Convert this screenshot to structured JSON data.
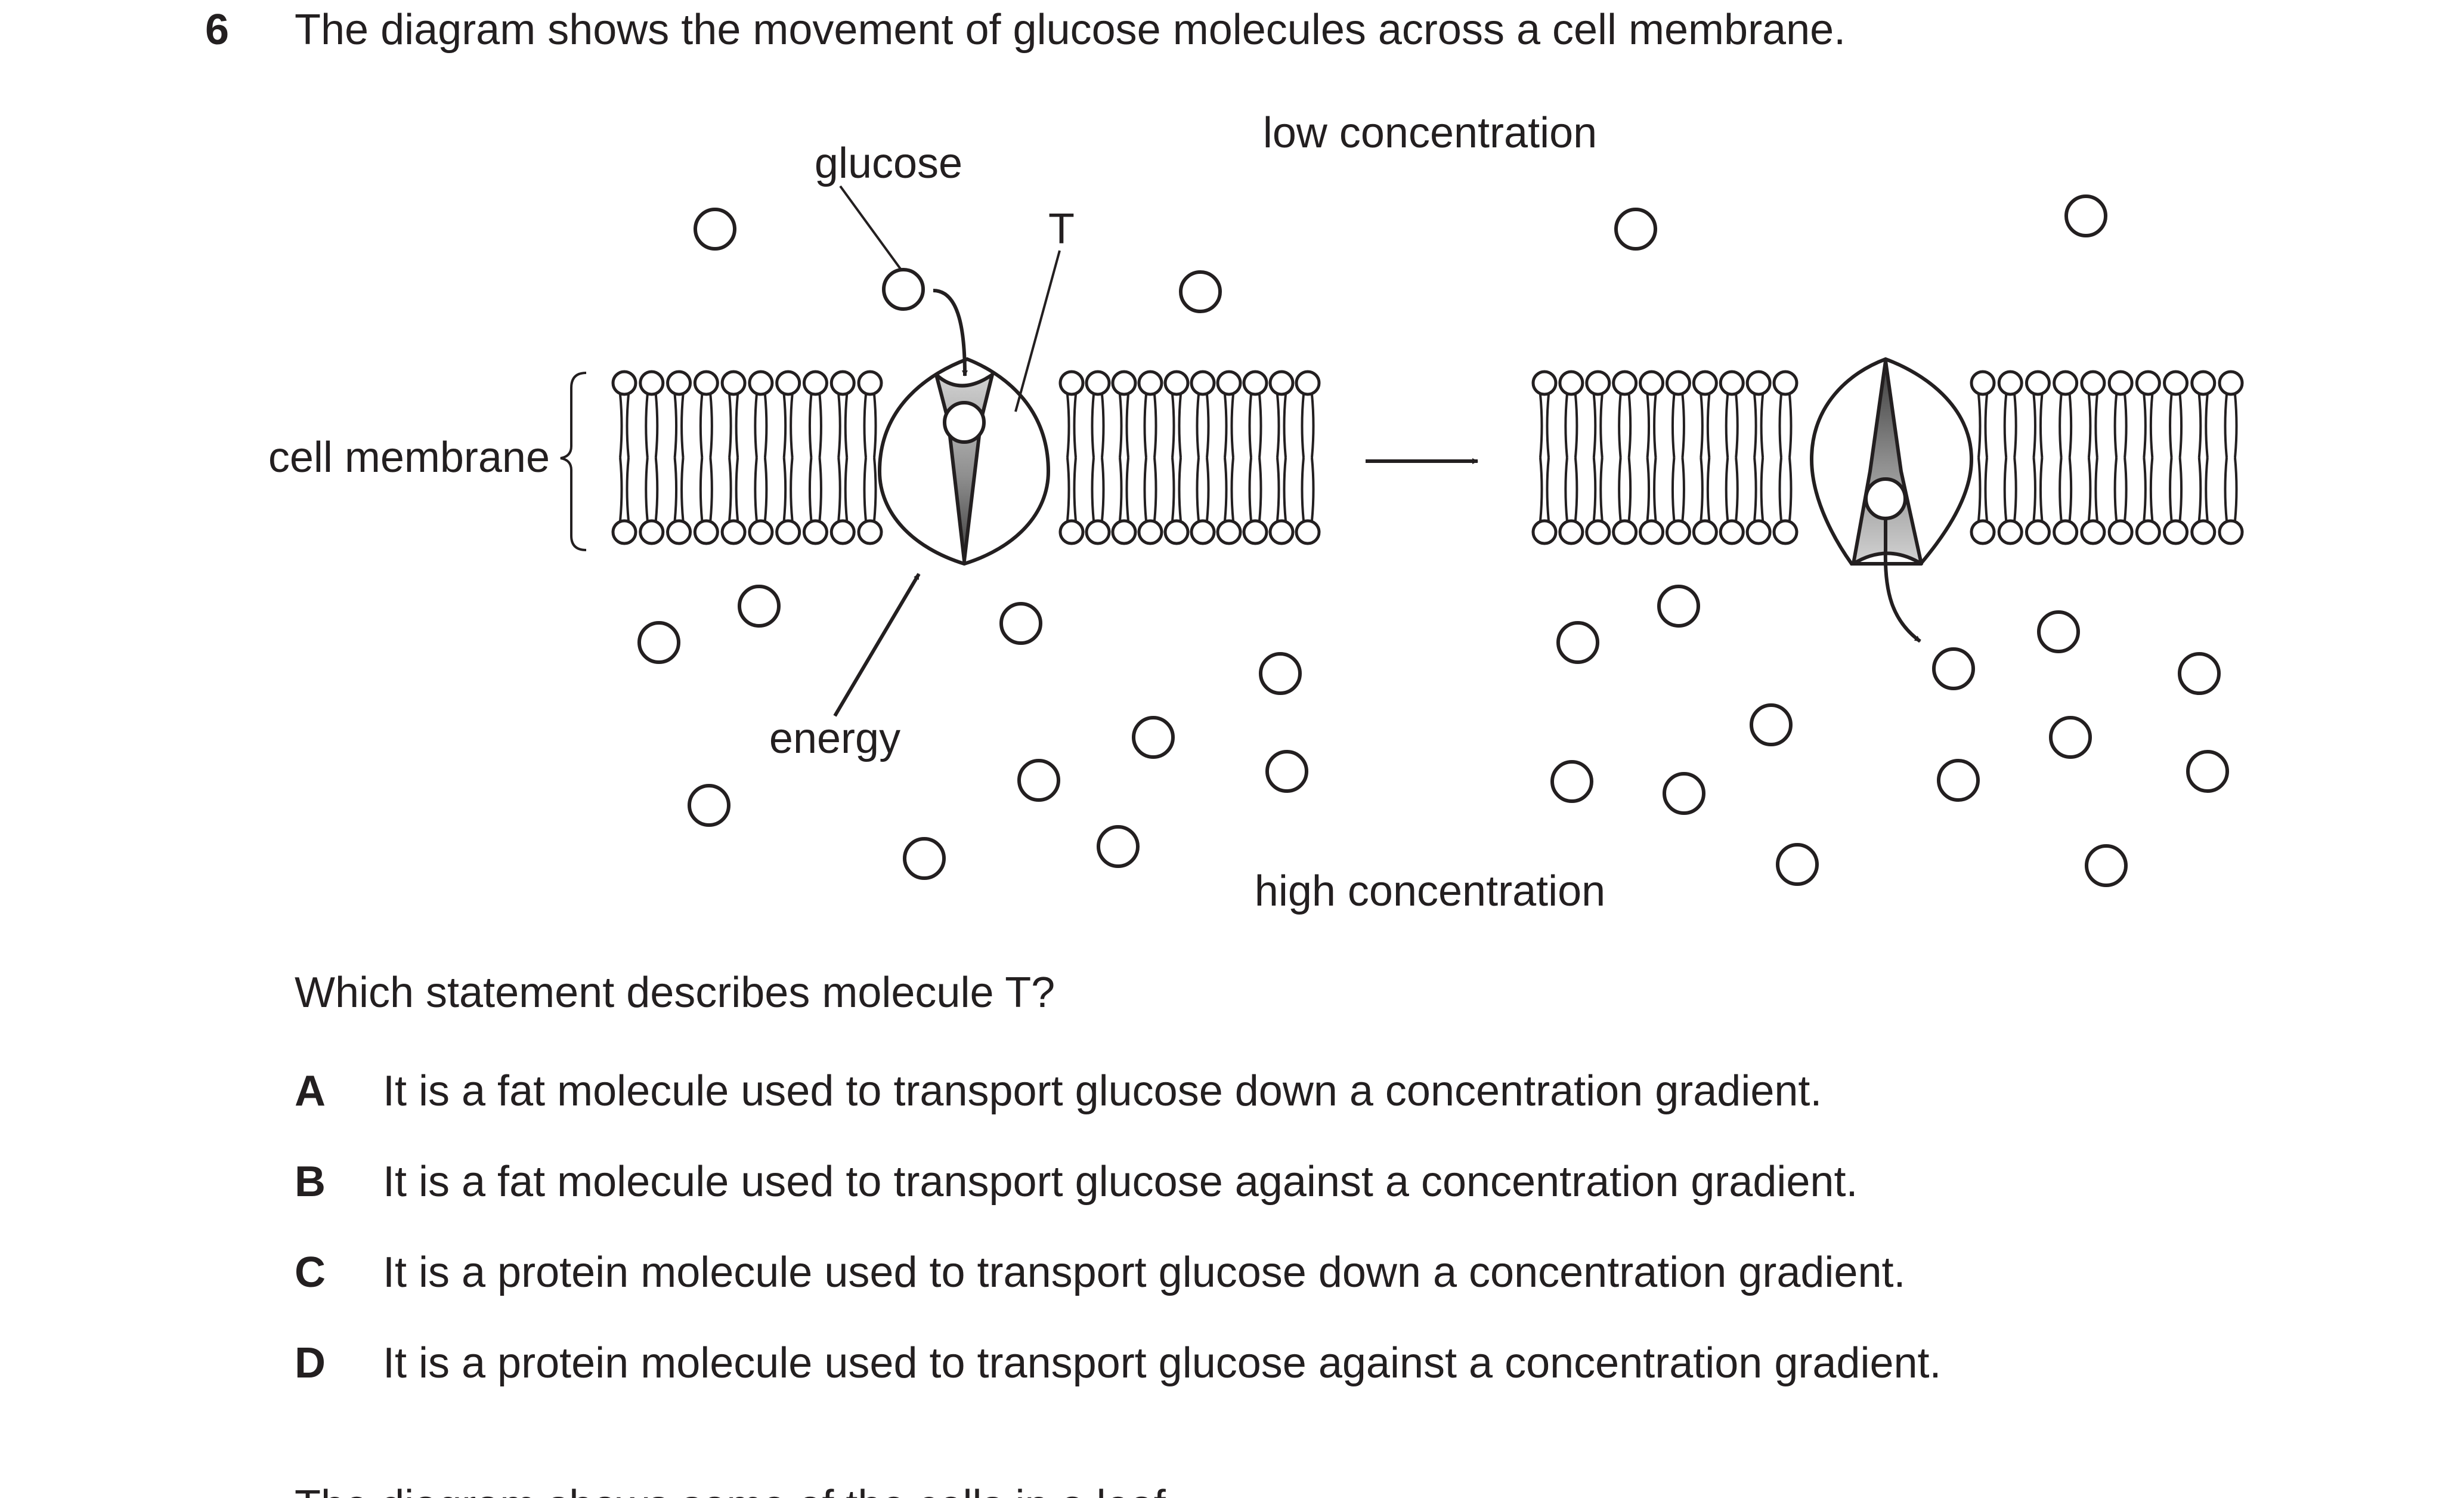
{
  "question": {
    "number": "6",
    "stem": "The diagram shows the movement of glucose molecules across a cell membrane.",
    "prompt": "Which statement describes molecule T?",
    "options": [
      {
        "letter": "A",
        "text": "It is a fat molecule used to transport glucose down a concentration gradient."
      },
      {
        "letter": "B",
        "text": "It is a fat molecule used to transport glucose against a concentration gradient."
      },
      {
        "letter": "C",
        "text": "It is a protein molecule used to transport glucose down a concentration gradient."
      },
      {
        "letter": "D",
        "text": "It is a protein molecule used to transport glucose against a concentration gradient."
      }
    ],
    "next_question_partial": "The diagram shows some of the cells in a leaf."
  },
  "diagram": {
    "labels": {
      "glucose": "glucose",
      "transporter": "T",
      "membrane": "cell membrane",
      "energy": "energy",
      "low": "low concentration",
      "high": "high concentration"
    }
  }
}
